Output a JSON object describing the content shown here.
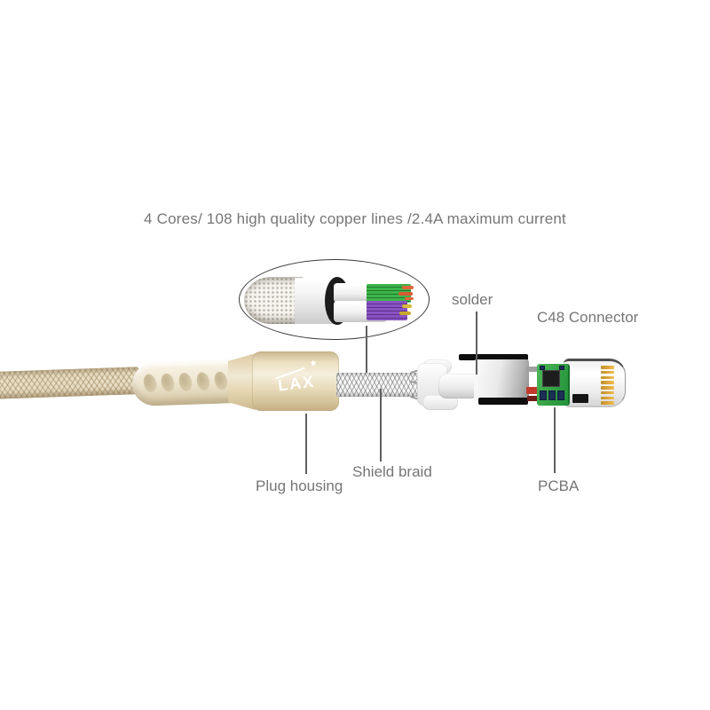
{
  "title": "4 Cores/ 108 high quality copper lines /2.4A maximum current",
  "logo_text": "LAX",
  "icons": {
    "star": "★"
  },
  "callouts": {
    "solder": "solder",
    "c48_connector": "C48 Connector",
    "shield_braid": "Shield braid",
    "plug_housing": "Plug housing",
    "pcba": "PCBA"
  },
  "colors": {
    "label-text": "#767676",
    "leader-line": "#5f5f5f",
    "cable-braid": "#e9dfc6",
    "gold-highlight": "#f6efde",
    "gold-shadow": "#c4ae82",
    "pcb-green": "#37a246",
    "pin-gold": "#e0a63b",
    "wire-green": "#3db54a",
    "wire-orange": "#e2643f",
    "wire-purple": "#8a52c4",
    "wire-yellow": "#d8b83a",
    "black-band": "#0e0e0e"
  }
}
